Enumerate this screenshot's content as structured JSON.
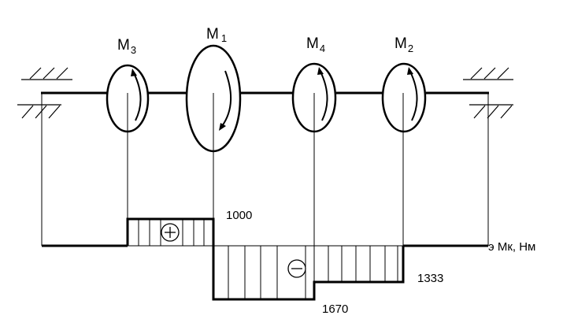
{
  "moments": [
    {
      "name": "M",
      "sub": "3"
    },
    {
      "name": "M",
      "sub": "1"
    },
    {
      "name": "M",
      "sub": "4"
    },
    {
      "name": "M",
      "sub": "2"
    }
  ],
  "diagram": {
    "axis_label": "э Мк, Нм",
    "values": [
      {
        "text": "1000"
      },
      {
        "text": "1333"
      },
      {
        "text": "1670"
      }
    ],
    "signs": [
      {
        "text": "+"
      },
      {
        "text": "−"
      }
    ]
  }
}
